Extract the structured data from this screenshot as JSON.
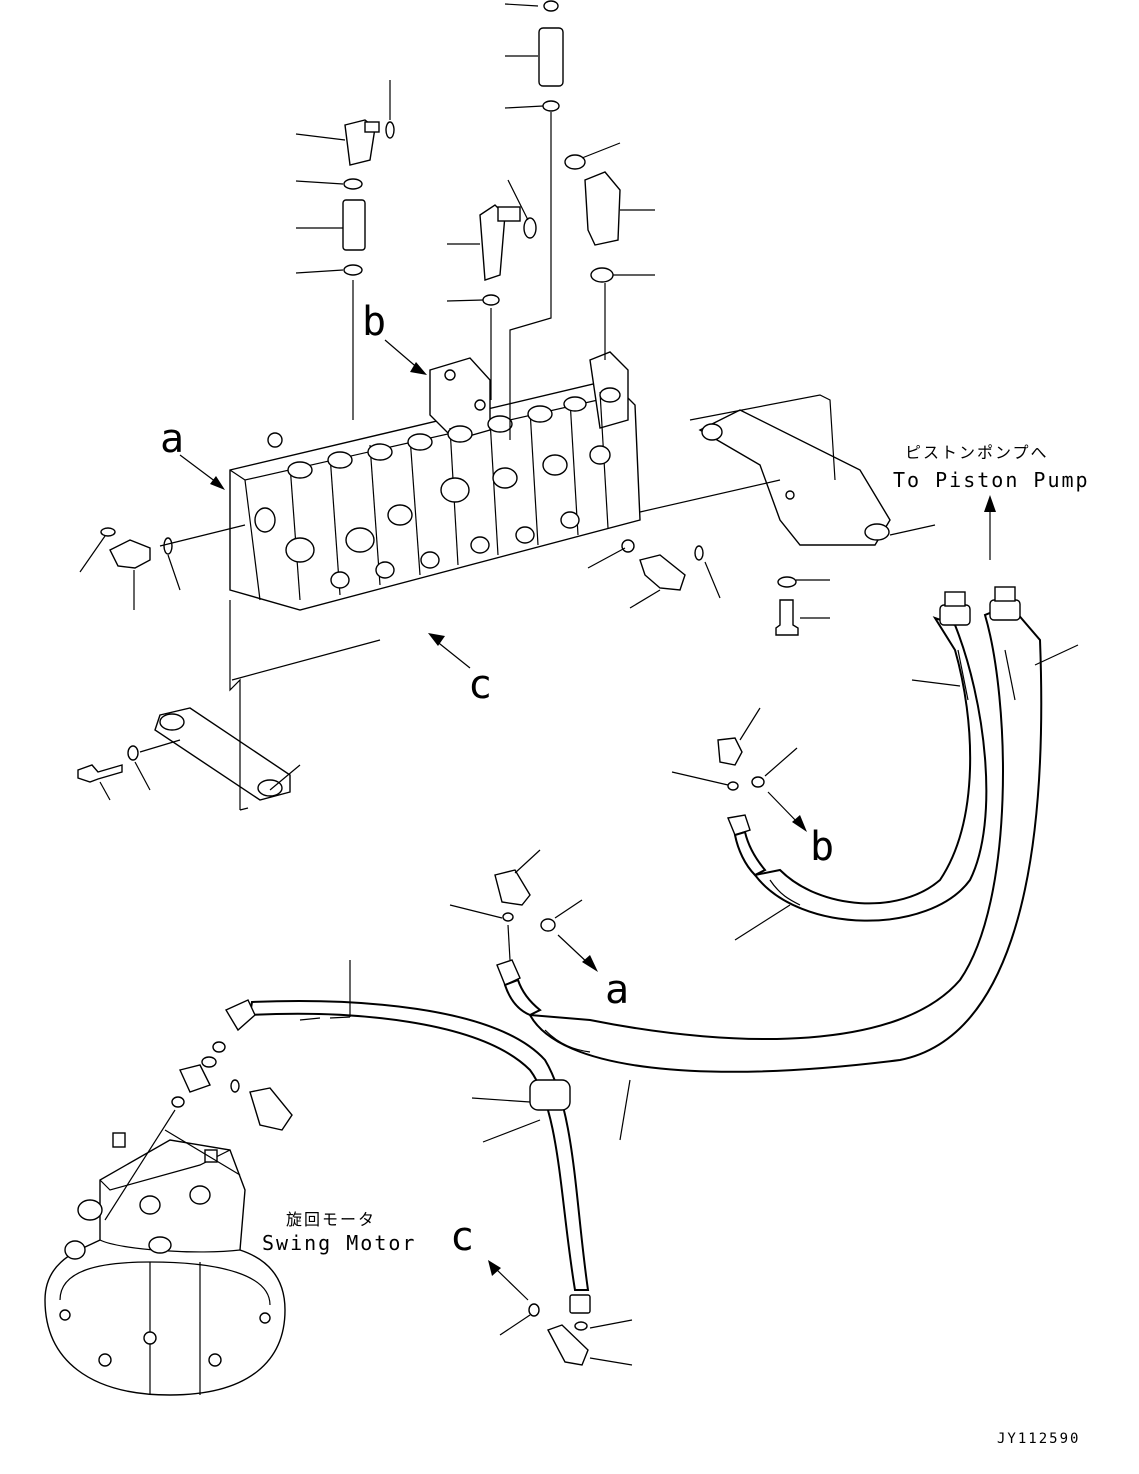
{
  "callouts": {
    "a_top": "a",
    "b_top": "b",
    "c_top": "c",
    "a_bottom": "a",
    "b_bottom": "b",
    "c_bottom": "c"
  },
  "destinations": {
    "piston_pump_jp": "ピストンポンプへ",
    "piston_pump_en": "To Piston Pump",
    "swing_motor_jp": "旋回モータ",
    "swing_motor_en": "Swing Motor"
  },
  "reference_code": "JY112590"
}
